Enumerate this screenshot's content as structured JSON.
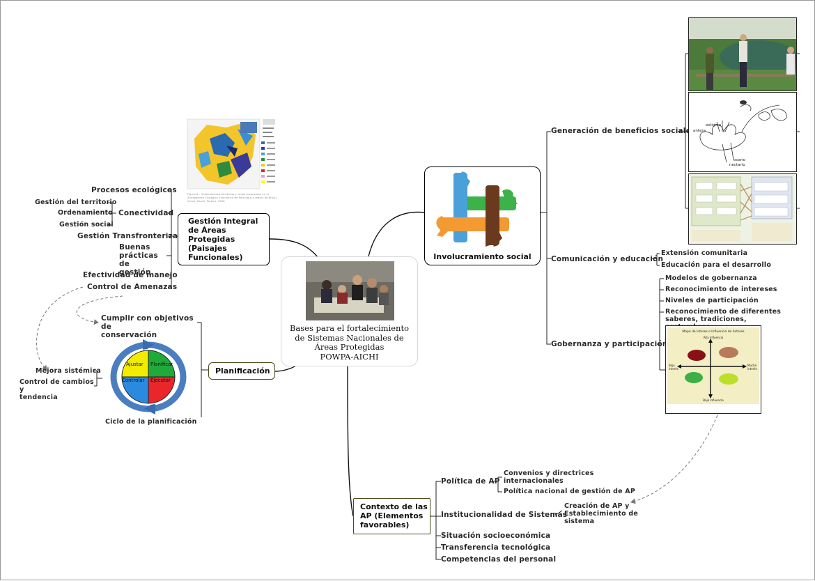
{
  "central": {
    "title_lines": [
      "Bases para el fortalecimiento",
      "de Sistemas Nacionales de",
      "Áreas Protegidas",
      "POWPA-AICHI"
    ]
  },
  "gestion": {
    "title_lines": [
      "Gestión Integral",
      "de Áreas",
      "Protegidas",
      "(Paisajes",
      "Funcionales)"
    ],
    "items": {
      "procesos": "Procesos ecológicos",
      "conectividad": "Conectividad",
      "territorio": "Gestión del territorio",
      "ordenamiento": "Ordenamiento",
      "social": "Gestión social",
      "transfronteriza": "Gestión Transfronteriza",
      "buenas_lines": [
        "Buenas",
        "prácticas de",
        "gestión"
      ],
      "efectividad": "Efectividad de manejo",
      "amenazas": "Control de Amenazas"
    }
  },
  "map_caption": "Figura 8 - Ordenamiento territorial y zonas propuestas en el Zoneamento Ecológico Económico de Pará para a região de Brasil, Venez. Brasil: Pereira, 2006",
  "planificacion": {
    "title": "Planificación",
    "objetivos_lines": [
      "Cumplir con objetivos de",
      "conservación"
    ],
    "mejora": "Mejora sistémica",
    "control_lines": [
      "Control de cambios y",
      "tendencia"
    ],
    "ciclo": "Ciclo de la planificación",
    "cycle": {
      "ajustar": "Ajustar",
      "planificar": "Planificar",
      "controlar": "Controlar",
      "ejecutar": "Ejecutar"
    }
  },
  "involucramiento": {
    "title": "Involucramiento social",
    "generacion": "Generación de beneficios sociales",
    "comunicacion": "Comunicación y educación",
    "extension": "Extensión comunitaria",
    "educacion": "Educación para el desarrollo",
    "gobernanza": "Gobernanza y participación",
    "modelos": "Modelos de gobernanza",
    "reconocimiento": "Reconocimiento de intereses",
    "niveles": "Niveles de participación",
    "saberes_lines": [
      "Reconocimiento de diferentes",
      "saberes, tradiciones, costumbres"
    ],
    "flower_labels": {
      "estigma": "estigma",
      "antera": "antera",
      "ovario": "ovario",
      "nectario": "nectario"
    },
    "matrix": {
      "title": "Mapa de Interes e Influencia de Actores",
      "top": "Alta influencia",
      "bottom": "Baja influencia",
      "left_lines": [
        "Bajo",
        "interés"
      ],
      "right_lines": [
        "Mucho",
        "interés"
      ]
    }
  },
  "contexto": {
    "title_lines": [
      "Contexto de las",
      "AP (Elementos",
      "favorables)"
    ],
    "politica": "Política de AP",
    "convenios_lines": [
      "Convenios y directrices",
      "internacionales"
    ],
    "politica_nacional": "Política nacional de gestión de AP",
    "institucionalidad": "Institucionalidad de Sistemas",
    "creacion_lines": [
      "Creación de AP y",
      "Establecimiento de",
      "sistema"
    ],
    "situacion": "Situación socioeconómica",
    "transferencia": "Transferencia tecnológica",
    "competencias": "Competencias del personal"
  },
  "colors": {
    "cycle_yellow": "#f2ec00",
    "cycle_green": "#1faa3a",
    "cycle_blue": "#2a8ae0",
    "cycle_red": "#e8262c",
    "hand_green": "#3db24a",
    "hand_blue": "#4aa0d8",
    "hand_orange": "#f39a32",
    "hand_brown": "#6b3a1e"
  }
}
